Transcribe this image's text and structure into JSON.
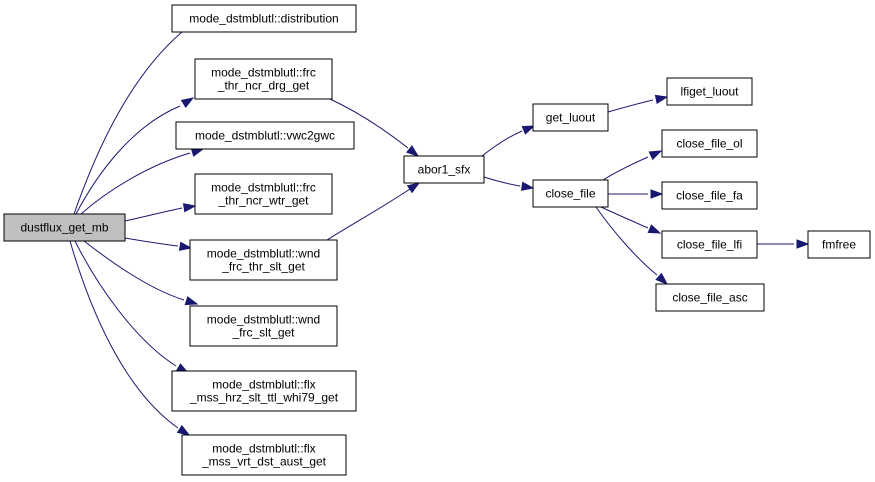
{
  "graph": {
    "kind": "call-graph",
    "colors": {
      "edge": "#191970",
      "root_fill": "#bfbfbf",
      "node_fill": "#ffffff",
      "node_border": "#000000"
    },
    "nodes": [
      {
        "id": "dustflux_get_mb",
        "lines": [
          "dustflux_get_mb"
        ],
        "root": true
      },
      {
        "id": "distribution",
        "lines": [
          "mode_dstmblutl::distribution"
        ]
      },
      {
        "id": "frc_thr_ncr_drg_get",
        "lines": [
          "mode_dstmblutl::frc",
          "_thr_ncr_drg_get"
        ]
      },
      {
        "id": "vwc2gwc",
        "lines": [
          "mode_dstmblutl::vwc2gwc"
        ]
      },
      {
        "id": "frc_thr_ncr_wtr_get",
        "lines": [
          "mode_dstmblutl::frc",
          "_thr_ncr_wtr_get"
        ]
      },
      {
        "id": "wnd_frc_thr_slt_get",
        "lines": [
          "mode_dstmblutl::wnd",
          "_frc_thr_slt_get"
        ]
      },
      {
        "id": "wnd_frc_slt_get",
        "lines": [
          "mode_dstmblutl::wnd",
          "_frc_slt_get"
        ]
      },
      {
        "id": "flx_mss_hrz_slt_ttl_whi79_get",
        "lines": [
          "mode_dstmblutl::flx",
          "_mss_hrz_slt_ttl_whi79_get"
        ]
      },
      {
        "id": "flx_mss_vrt_dst_aust_get",
        "lines": [
          "mode_dstmblutl::flx",
          "_mss_vrt_dst_aust_get"
        ]
      },
      {
        "id": "abor1_sfx",
        "lines": [
          "abor1_sfx"
        ]
      },
      {
        "id": "get_luout",
        "lines": [
          "get_luout"
        ]
      },
      {
        "id": "lfiget_luout",
        "lines": [
          "lfiget_luout"
        ]
      },
      {
        "id": "close_file",
        "lines": [
          "close_file"
        ]
      },
      {
        "id": "close_file_ol",
        "lines": [
          "close_file_ol"
        ]
      },
      {
        "id": "close_file_fa",
        "lines": [
          "close_file_fa"
        ]
      },
      {
        "id": "close_file_lfi",
        "lines": [
          "close_file_lfi"
        ]
      },
      {
        "id": "close_file_asc",
        "lines": [
          "close_file_asc"
        ]
      },
      {
        "id": "fmfree",
        "lines": [
          "fmfree"
        ]
      }
    ],
    "edges": [
      {
        "from": "dustflux_get_mb",
        "to": "distribution"
      },
      {
        "from": "dustflux_get_mb",
        "to": "frc_thr_ncr_drg_get"
      },
      {
        "from": "dustflux_get_mb",
        "to": "vwc2gwc"
      },
      {
        "from": "dustflux_get_mb",
        "to": "frc_thr_ncr_wtr_get"
      },
      {
        "from": "dustflux_get_mb",
        "to": "wnd_frc_thr_slt_get"
      },
      {
        "from": "dustflux_get_mb",
        "to": "wnd_frc_slt_get"
      },
      {
        "from": "dustflux_get_mb",
        "to": "flx_mss_hrz_slt_ttl_whi79_get"
      },
      {
        "from": "dustflux_get_mb",
        "to": "flx_mss_vrt_dst_aust_get"
      },
      {
        "from": "frc_thr_ncr_drg_get",
        "to": "abor1_sfx"
      },
      {
        "from": "wnd_frc_thr_slt_get",
        "to": "abor1_sfx"
      },
      {
        "from": "abor1_sfx",
        "to": "get_luout"
      },
      {
        "from": "abor1_sfx",
        "to": "close_file"
      },
      {
        "from": "get_luout",
        "to": "lfiget_luout"
      },
      {
        "from": "close_file",
        "to": "close_file_ol"
      },
      {
        "from": "close_file",
        "to": "close_file_fa"
      },
      {
        "from": "close_file",
        "to": "close_file_lfi"
      },
      {
        "from": "close_file",
        "to": "close_file_asc"
      },
      {
        "from": "close_file_lfi",
        "to": "fmfree"
      }
    ]
  }
}
